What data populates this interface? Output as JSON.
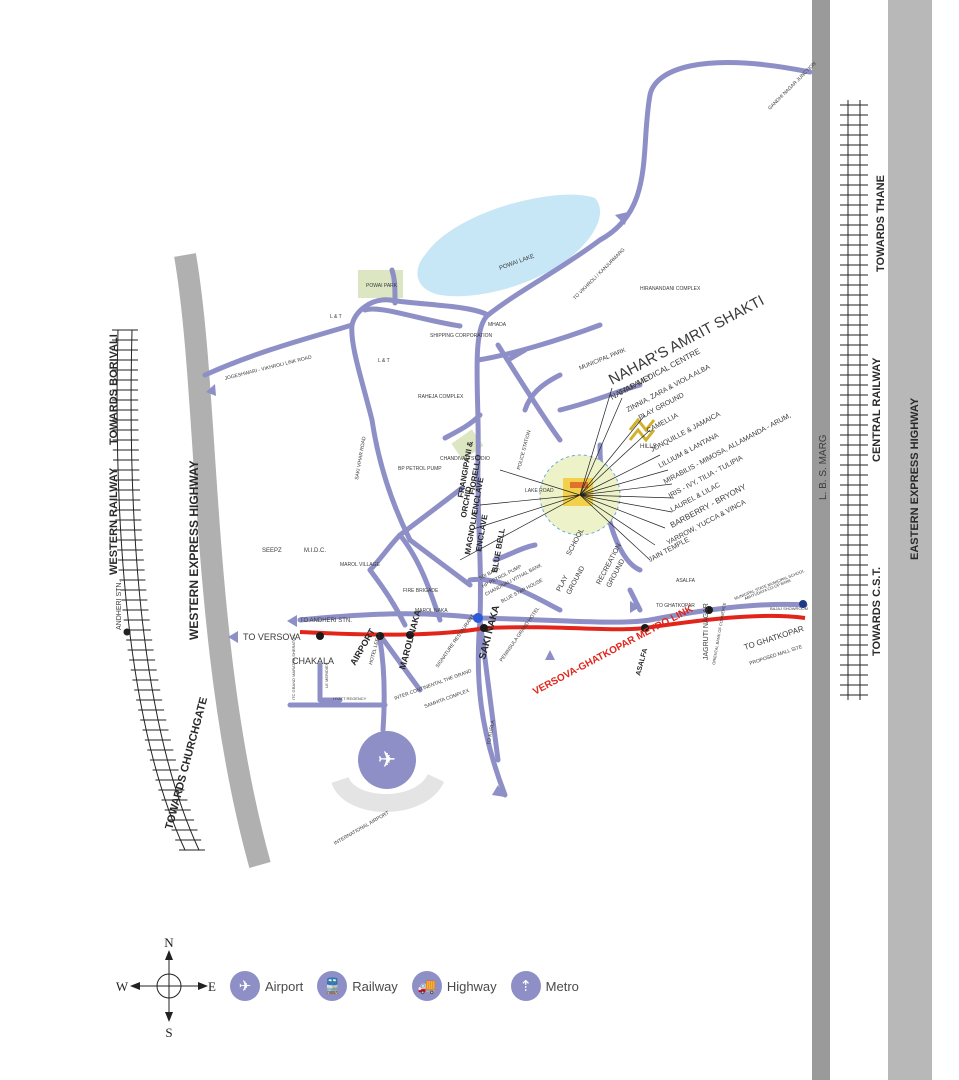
{
  "colors": {
    "road": "#8e8fc6",
    "metro": "#e1251b",
    "highway_band": "#b5b5b5",
    "right_band_dark": "#9a9a9a",
    "right_band_light": "#b8b8b8",
    "lake": "#c7e7f6",
    "park": "#dce6c2",
    "project_highlight": "#f2d04a"
  },
  "project": {
    "title": "NAHAR'S AMRIT SHAKTI",
    "medical": "NAHAR MEDICAL CENTRE",
    "towers": [
      "CALLALILY",
      "ZINNIA, ZARA & VIOLA ALBA",
      "PLAY GROUND",
      "CAMELLIA",
      "JONQUILLE & JAMAICA",
      "LILLIUM & LANTANA",
      "MIRABILIS - MIMOSA, ALLAMANDA - ARUM,",
      "IRIS - IVY, TILIA - TULIPIA",
      "LAUREL & LILAC",
      "BARBERRY - BRYONY",
      "YARROW, YUCCA & VINCA",
      "JAIN TEMPLE"
    ],
    "west_labels": [
      "FRANGIPANI &",
      "FIORELLO",
      "ORCHID",
      "ENCLAVE",
      "MAGNOLIA",
      "ENCLAVE",
      "BLUE BELL"
    ],
    "south_labels": [
      "SCHOOL",
      "PLAY",
      "GROUND",
      "RECREATION",
      "GROUND",
      "HILLS"
    ]
  },
  "left_panel": {
    "towards_borivali": "TOWARDS BORIVALI",
    "western_railway": "WESTERN RAILWAY",
    "western_express_highway": "WESTERN EXPRESS HIGHWAY",
    "andheri_stn": "ANDHERI STN.",
    "towards_churchgate": "TOWARDS CHURCHGATE"
  },
  "right_panel": {
    "lbs_marg": "L. B. S. MARG",
    "towards_thane": "TOWARDS THANE",
    "central_railway": "CENTRAL RAILWAY",
    "eastern_express_highway": "EASTERN EXPRESS HIGHWAY",
    "towards_cst": "TOWARDS C.S.T."
  },
  "places": {
    "powai_lake": "POWAI LAKE",
    "powai_park": "POWAI PARK",
    "gandhi_nagar": "GANDHI NAGAR JUNCTION",
    "to_vikhroli": "TO VIKHROLI / KANJURMARG",
    "hiranandani": "HIRANANDANI COMPLEX",
    "lt1": "L & T",
    "lt2": "L & T",
    "jvlr": "JOGESHWARI - VIKHROLI LINK ROAD",
    "shipping": "SHIPPING CORPORATION",
    "mhada": "MHADA",
    "municipal_park": "MUNICIPAL PARK",
    "raheja": "RAHEJA COMPLEX",
    "saki_vihar_road": "SAKI VIHAR ROAD",
    "chandivali_studio": "CHANDIVALI STUDIO",
    "bp_petrol": "BP PETROL PUMP",
    "police_station": "POLICE STATION",
    "seepz": "SEEPZ",
    "midc": "M.I.D.C.",
    "marol_village": "MAROL VILLAGE",
    "fire_brigade": "FIRE BRIGADE",
    "marol_naka_small": "MAROL NAKA",
    "to_andheri_stn": "TO ANDHERI STN.",
    "to_versova": "TO VERSOVA",
    "chakala": "CHAKALA",
    "airport": "AIRPORT",
    "hotel_leela": "HOTEL LEELA",
    "marol_naka": "MAROL NAKA",
    "saki_naka": "SAKI NAKA",
    "blue_star": "BLUE STAR HOUSE",
    "hp_pump": "HP PETROL PUMP",
    "sbi_bank": "SBI BANK",
    "chandivali_bank": "CHANDIVALI VITHAL BANK",
    "signature_restaurant": "SIGNATURE RESTAURANT",
    "peninsula": "PENINSULA GRAND HOTEL",
    "inter_continental": "INTER CONTINENTAL THE GRAND",
    "samhita": "SAMHITA COMPLEX",
    "to_kurla": "TO KURLA",
    "metro_link": "VERSOVA-GHATKOPAR METRO LINK",
    "asalfa": "ASALFA",
    "asalfa_small": "ASALFA",
    "jagruti_nagar": "JAGRUTI NAGAR",
    "to_ghatkopar": "TO GHATKOPAR",
    "to_ghatkopar2": "TO GHATKOPAR",
    "proposed_mall": "PROPOSED MALL SITE",
    "municipal_school": "MUNICIPAL STATE MUNICIPAL SCHOOL",
    "abhyudaya": "ABHYUDAYA CO-OP BANK",
    "bajaj": "BAJAJ SHOWROOM",
    "oriental_bank": "ORIENTAL BANK OF COMMERCE",
    "itc_maratha": "ITC GRAND MARATHA SHERATON",
    "le_meridien": "LE MERIDIEN",
    "hyatt": "HYATT REGENCY",
    "international_airport": "INTERNATIONAL AIRPORT",
    "lake_road": "LAKE ROAD"
  },
  "legend": [
    {
      "icon": "airport-icon",
      "glyph": "✈",
      "label": "Airport"
    },
    {
      "icon": "railway-icon",
      "glyph": "🚆",
      "label": "Railway"
    },
    {
      "icon": "highway-icon",
      "glyph": "🚚",
      "label": "Highway"
    },
    {
      "icon": "metro-icon",
      "glyph": "⇡",
      "label": "Metro"
    }
  ],
  "compass": {
    "n": "N",
    "s": "S",
    "e": "E",
    "w": "W"
  }
}
